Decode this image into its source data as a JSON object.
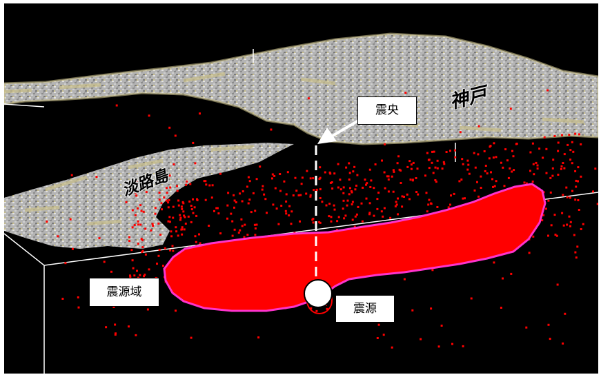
{
  "labels": {
    "epicenter": "震央",
    "source_region": "震源域",
    "hypocenter": "震源",
    "kobe": "神戸",
    "awaji": "淡路島"
  },
  "colors": {
    "background": "#000000",
    "terrain": "#b8b8b8",
    "sediment": "#c8bd86",
    "aftershock": "#ff0000",
    "source_region_fill": "#ff0000",
    "source_region_outline": "#ff33cc",
    "box_lines": "#ffffff"
  },
  "icons": {
    "epicenter_arrow": "arrow-icon",
    "hypocenter_marker": "circle-icon"
  }
}
